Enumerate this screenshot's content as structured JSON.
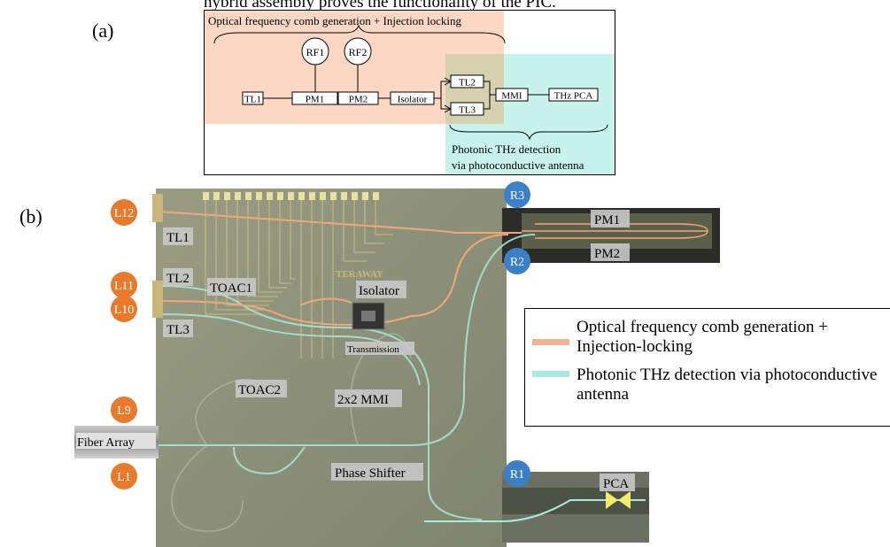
{
  "top_text": "hybrid assembly proves the functionality of the PIC.",
  "panel_a": {
    "label": "(a)",
    "comb_title": "Optical frequency comb generation + Injection locking",
    "detect_caption_1": "Photonic THz detection",
    "detect_caption_2": "via photoconductive antenna",
    "blocks": [
      "TL1",
      "PM1",
      "PM2",
      "Isolator",
      "TL2",
      "TL3",
      "MMI",
      "THz PCA"
    ],
    "rf_sources": [
      "RF1",
      "RF2"
    ],
    "colors": {
      "comb_region": "#fbd7c4",
      "detect_region": "#c8f2ec"
    }
  },
  "panel_b": {
    "label": "(b)",
    "left_pads": [
      "L12",
      "L11",
      "L10",
      "L9",
      "L1"
    ],
    "right_pads": [
      "R3",
      "R2",
      "R1"
    ],
    "component_labels": {
      "tl1": "TL1",
      "tl2": "TL2",
      "tl3": "TL3",
      "toac1": "TOAC1",
      "toac2": "TOAC2",
      "isolator": "Isolator",
      "transmission": "Transmission",
      "mmi": "2x2 MMI",
      "phase_shifter": "Phase Shifter",
      "fiber_array": "Fiber Array",
      "pm1": "PM1",
      "pm2": "PM2",
      "pca": "PCA"
    },
    "logo": "TERAWAY",
    "colors": {
      "left_pad": "#e87a2e",
      "right_pad": "#3b7fc8",
      "comb_path": "#f0a878",
      "detect_path": "#a8eade"
    }
  },
  "legend": {
    "items": [
      {
        "text": "Optical frequency comb generation + Injection-locking",
        "color": "#f3b38f"
      },
      {
        "text": "Photonic THz detection via photoconductive antenna",
        "color": "#a8eadf"
      }
    ]
  }
}
